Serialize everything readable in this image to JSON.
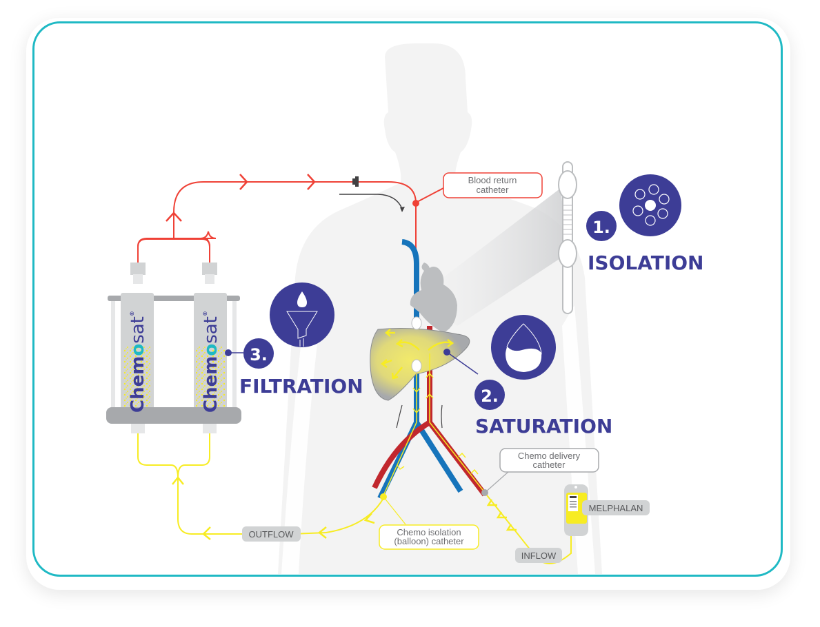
{
  "diagram": {
    "title": "Chemosat hepatic delivery system",
    "colors": {
      "frame": "#1fb9c4",
      "step_purple": "#3d3d96",
      "artery_red": "#c1272d",
      "vein_blue": "#1674bb",
      "return_line_red": "#ef4136",
      "chemo_yellow": "#f7ec23",
      "silhouette": "#f3f3f3"
    },
    "steps": [
      {
        "number": "1.",
        "title": "ISOLATION",
        "icon": "balloon-ring-icon"
      },
      {
        "number": "2.",
        "title": "SATURATION",
        "icon": "half-drop-icon"
      },
      {
        "number": "3.",
        "title": "FILTRATION",
        "icon": "funnel-drop-icon"
      }
    ],
    "callouts": {
      "blood_return": [
        "Blood return",
        "catheter"
      ],
      "chemo_delivery": [
        "Chemo delivery",
        "catheter"
      ],
      "chemo_isolation": [
        "Chemo isolation",
        "(balloon) catheter"
      ]
    },
    "tags": {
      "outflow": "OUTFLOW",
      "inflow": "INFLOW",
      "drug": "MELPHALAN"
    },
    "filters": {
      "brand_prefix": "Chem",
      "brand_o": "o",
      "brand_suffix": "sat",
      "brand_mark": "®"
    }
  }
}
